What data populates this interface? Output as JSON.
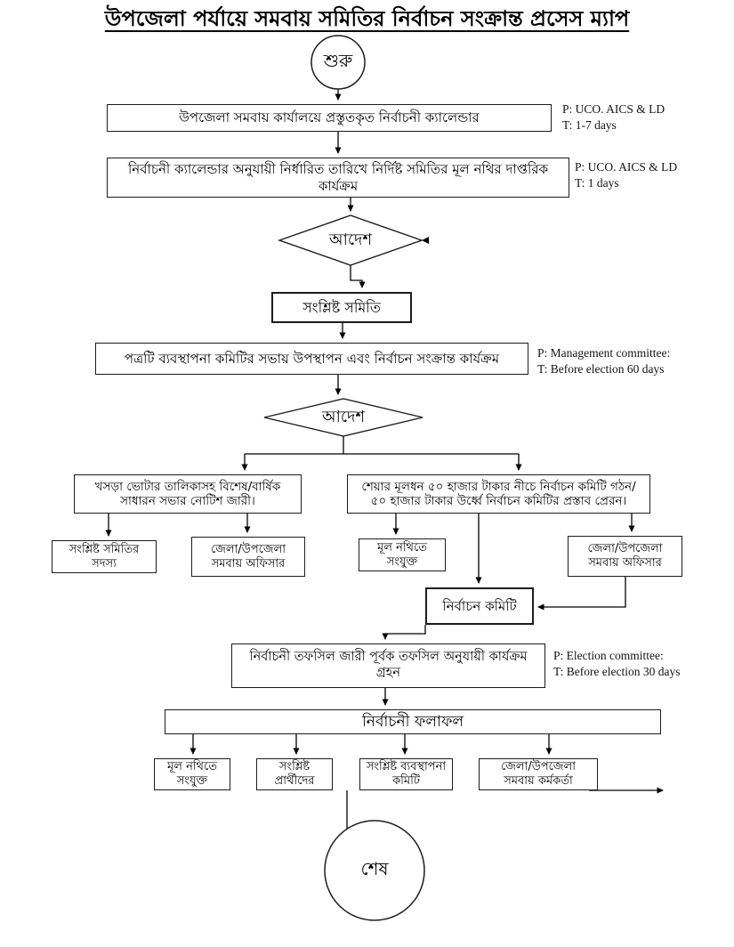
{
  "title": "উপজেলা পর্যায়ে সমবায় সমিতির নির্বাচন সংক্রান্ত প্রসেস ম্যাপ",
  "nodes": {
    "start": "শুরু",
    "prepared_calendar": "উপজেলা সমবায় কার্যালয়ে প্রস্তুতকৃত নির্বাচনী ক্যালেন্ডার",
    "scheduled_activity": "নির্বাচনী ক্যালেন্ডার অনুযায়ী নির্ধারিত তারিখে নির্দিষ্ট সমিতির মূল নথির দাপ্তরিক কার্যক্রম",
    "decision1": "আদেশ",
    "concerned_samity": "সংশ্লিষ্ট সমিতি",
    "committee_presentation": "পত্রটি ব্যবস্থাপনা কমিটির সভায় উপস্থাপন এবং নির্বাচন সংক্রান্ত কার্যক্রম",
    "decision2": "আদেশ",
    "voter_list_notice": "খসড়া ভোটার তালিকাসহ বিশেষ/বার্ষিক সাধারন সভার নোটিশ জারী।",
    "share_capital": "শেয়ার মূলধন ৫০ হাজার টাকার নীচে নির্বাচন কমিটি গঠন/ ৫০ হাজার টাকার উর্ধ্বে নির্বাচন কমিটির প্রস্তাব প্রেরন।",
    "samity_members": "সংশ্লিষ্ট সমিতির সদস্য",
    "coop_officer_left": "জেলা/উপজেলা সমবায় অফিসার",
    "attach_main_file": "মূল নথিতে সংযুক্ত",
    "coop_officer_right": "জেলা/উপজেলা সমবায় অফিসার",
    "election_committee": "নির্বাচন কমিটি",
    "election_schedule": "নির্বাচনী তফসিল জারী পূর্বক তফসিল অনুযায়ী কার্যক্রম গ্রহন",
    "election_results": "নির্বাচনী ফলাফল",
    "result_main_file": "মূল নথিতে সংযুক্ত",
    "result_candidates": "সংশ্লিষ্ট প্রার্থীদের",
    "result_management": "সংশ্লিষ্ট ব্যবস্থাপনা কমিটি",
    "result_coop_officers": "জেলা/উপজেলা সমবায় কর্মকর্তা",
    "end": "শেষ"
  },
  "annotations": {
    "note1": {
      "p": "P: UCO. AICS & LD",
      "t": "T: 1-7 days"
    },
    "note2": {
      "p": "P: UCO. AICS & LD",
      "t": "T: 1 days"
    },
    "note3": {
      "p": "P: Management committee:",
      "t": "T: Before election 60 days"
    },
    "note4": {
      "p": "P: Election committee:",
      "t": "T: Before election 30 days"
    }
  },
  "colors": {
    "ink": "#000000",
    "background": "#ffffff"
  }
}
